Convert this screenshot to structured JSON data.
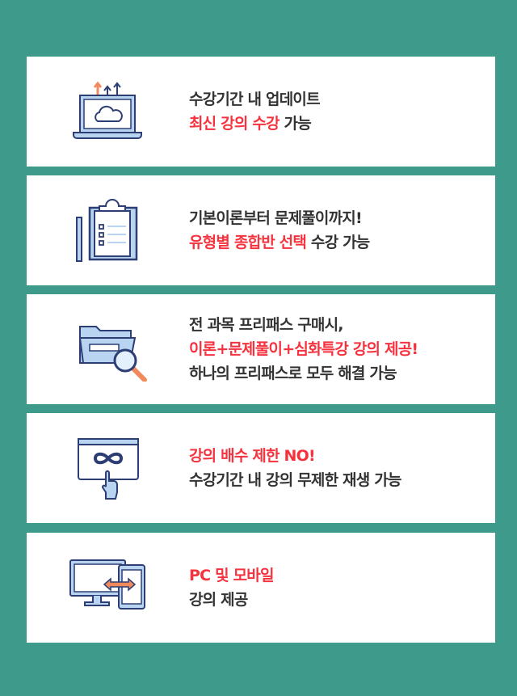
{
  "colors": {
    "background": "#3e9a8b",
    "highlight": "#f5333f",
    "text": "#333333",
    "icon_blue": "#2c3e73",
    "icon_fill": "#b8d4f0",
    "icon_orange": "#f08a5d"
  },
  "cards": [
    {
      "icon": "laptop-cloud-upload-icon",
      "lines": [
        [
          {
            "text": "수강기간 내 업데이트",
            "hl": false
          }
        ],
        [
          {
            "text": "최신 강의 수강",
            "hl": true
          },
          {
            "text": " 가능",
            "hl": false
          }
        ]
      ]
    },
    {
      "icon": "clipboard-checklist-icon",
      "lines": [
        [
          {
            "text": "기본이론부터 문제풀이까지!",
            "hl": false
          }
        ],
        [
          {
            "text": "유형별 종합반 선택",
            "hl": true
          },
          {
            "text": " 수강 가능",
            "hl": false
          }
        ]
      ]
    },
    {
      "icon": "folder-search-icon",
      "lines": [
        [
          {
            "text": "전 과목 프리패스 구매시,",
            "hl": false
          }
        ],
        [
          {
            "text": "이론+문제풀이+심화특강 강의 제공!",
            "hl": true
          }
        ],
        [
          {
            "text": "하나의 프리패스로 모두 해결 가능",
            "hl": false
          }
        ]
      ]
    },
    {
      "icon": "infinity-touch-icon",
      "lines": [
        [
          {
            "text": "강의 배수 제한 NO!",
            "hl": true
          }
        ],
        [
          {
            "text": "수강기간 내 강의 무제한 재생 가능",
            "hl": false
          }
        ]
      ]
    },
    {
      "icon": "pc-mobile-sync-icon",
      "lines": [
        [
          {
            "text": "PC 및 모바일",
            "hl": true
          }
        ],
        [
          {
            "text": "강의 제공",
            "hl": false
          }
        ]
      ]
    }
  ]
}
